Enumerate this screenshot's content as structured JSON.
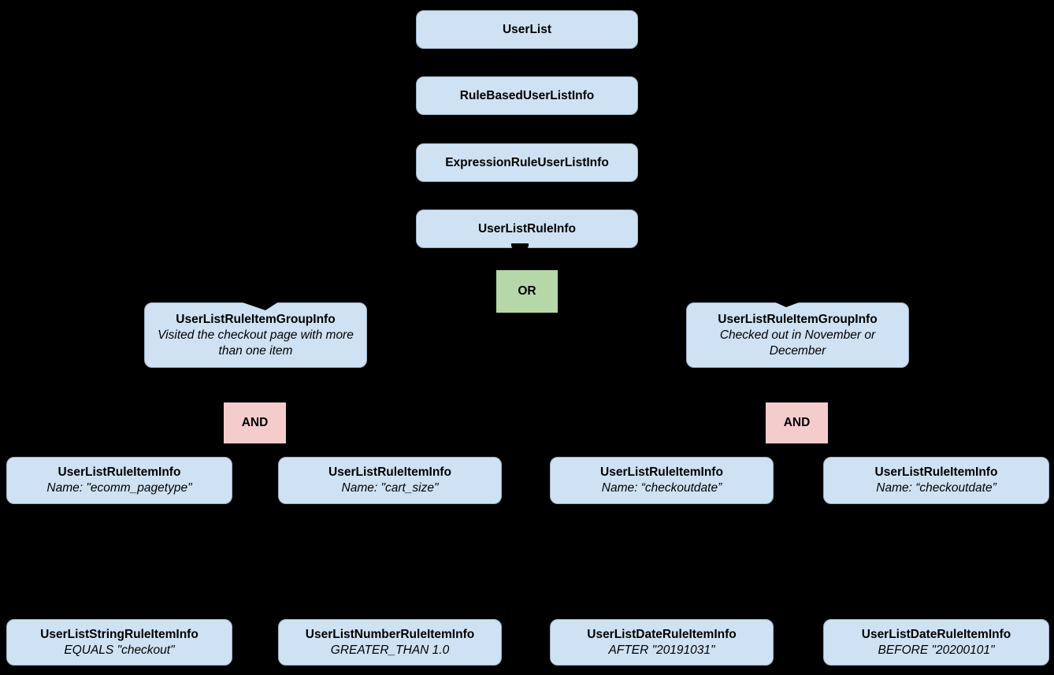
{
  "diagram": {
    "background_color": "#000000",
    "colors": {
      "node_fill": "#cfe2f3",
      "node_border": "#9db3c6",
      "or_fill": "#b6d7a8",
      "and_fill": "#f4cccc",
      "text": "#000000",
      "connector": "#000000"
    },
    "chain": [
      {
        "label": "UserList"
      },
      {
        "label": "RuleBasedUserListInfo"
      },
      {
        "label": "ExpressionRuleUserListInfo"
      },
      {
        "label": "UserListRuleInfo"
      }
    ],
    "operators": {
      "or_label": "OR",
      "and_left_label": "AND",
      "and_right_label": "AND"
    },
    "groups": [
      {
        "title": "UserListRuleItemGroupInfo",
        "description": "Visited the checkout page with more than one item"
      },
      {
        "title": "UserListRuleItemGroupInfo",
        "description": "Checked out in November or December"
      }
    ],
    "rule_items": [
      {
        "title": "UserListRuleItemInfo",
        "description": "Name: \"ecomm_pagetype\""
      },
      {
        "title": "UserListRuleItemInfo",
        "description": "Name: \"cart_size\""
      },
      {
        "title": "UserListRuleItemInfo",
        "description": "Name: “checkoutdate”"
      },
      {
        "title": "UserListRuleItemInfo",
        "description": "Name: “checkoutdate”"
      }
    ],
    "leaf_items": [
      {
        "title": "UserListStringRuleItemInfo",
        "description": "EQUALS \"checkout\""
      },
      {
        "title": "UserListNumberRuleItemInfo",
        "description": "GREATER_THAN 1.0"
      },
      {
        "title": "UserListDateRuleItemInfo",
        "description": "AFTER \"20191031\""
      },
      {
        "title": "UserListDateRuleItemInfo",
        "description": "BEFORE \"20200101\""
      }
    ]
  }
}
